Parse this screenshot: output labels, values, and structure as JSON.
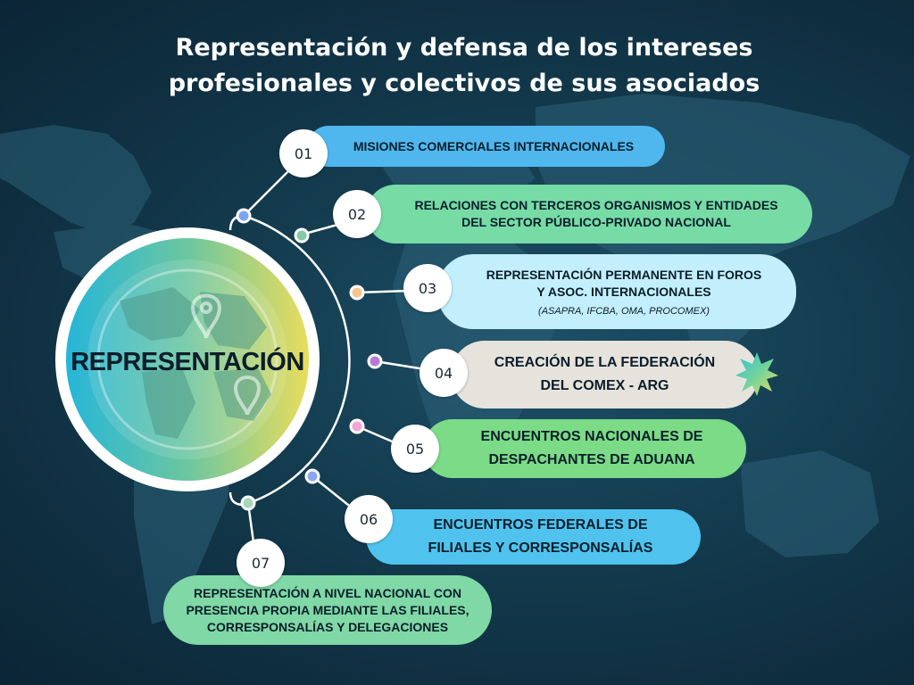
{
  "title": {
    "line1": "Representación y defensa de los intereses",
    "line2": "profesionales y colectivos de sus asociados"
  },
  "center": {
    "label": "REPRESENTACIÓN"
  },
  "items": [
    {
      "number": "01",
      "lines": [
        "MISIONES COMERCIALES INTERNACIONALES"
      ],
      "color": "#4fb7ee"
    },
    {
      "number": "02",
      "lines": [
        "RELACIONES CON TERCEROS ORGANISMOS Y ENTIDADES",
        "DEL SECTOR PÚBLICO-PRIVADO NACIONAL"
      ],
      "color": "#76dba5"
    },
    {
      "number": "03",
      "lines": [
        "REPRESENTACIÓN PERMANENTE EN FOROS",
        "Y ASOC. INTERNACIONALES"
      ],
      "note": "(ASAPRA, IFCBA, OMA, PROCOMEX)",
      "color": "#c3eefb"
    },
    {
      "number": "04",
      "lines": [
        "CREACIÓN DE LA FEDERACIÓN",
        "DEL COMEX - ARG"
      ],
      "color": "#e6e3dd"
    },
    {
      "number": "05",
      "lines": [
        "ENCUENTROS NACIONALES DE",
        "DESPACHANTES DE ADUANA"
      ],
      "color": "#7bdb86"
    },
    {
      "number": "06",
      "lines": [
        "ENCUENTROS FEDERALES DE",
        "FILIALES Y CORRESPONSALÍAS"
      ],
      "color": "#4fc3ee"
    },
    {
      "number": "07",
      "lines": [
        "REPRESENTACIÓN A NIVEL NACIONAL CON",
        "PRESENCIA PROPIA MEDIANTE LAS FILIALES,",
        "CORRESPONSALÍAS Y DELEGACIONES"
      ],
      "color": "#7fd8a6"
    }
  ],
  "colors": {
    "background": "#133a4d",
    "dots": [
      "#7da4f0",
      "#84c9a8",
      "#f6c48e",
      "#b67ad8",
      "#f3a6d6",
      "#8aa6f0",
      "#a3d9b5"
    ]
  }
}
